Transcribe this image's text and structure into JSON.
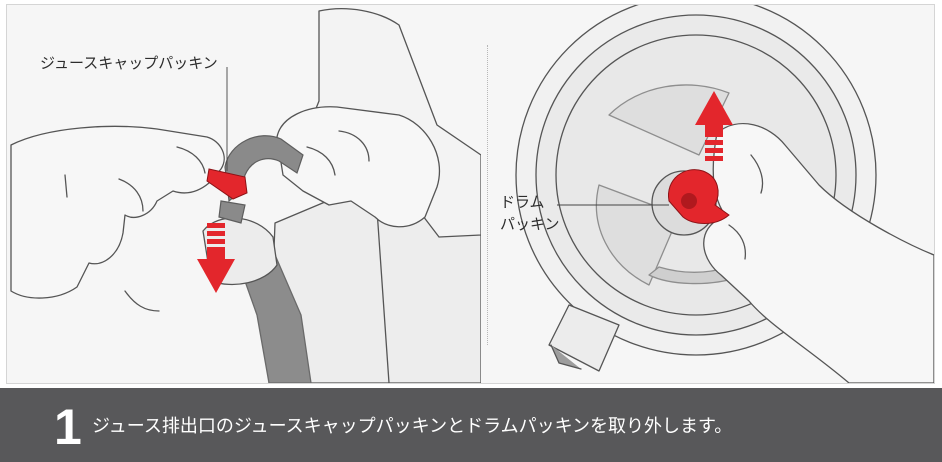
{
  "labels": {
    "juice_cap_packing": "ジュースキャップパッキン",
    "drum_packing_line1": "ドラム",
    "drum_packing_line2": "パッキン"
  },
  "step": {
    "number": "1",
    "text": "ジュース排出口のジュースキャップパッキンとドラムパッキンを取り外します。"
  },
  "colors": {
    "highlight_red": "#e3262c",
    "caption_bg": "#58585a",
    "panel_bg": "#f6f6f6"
  }
}
